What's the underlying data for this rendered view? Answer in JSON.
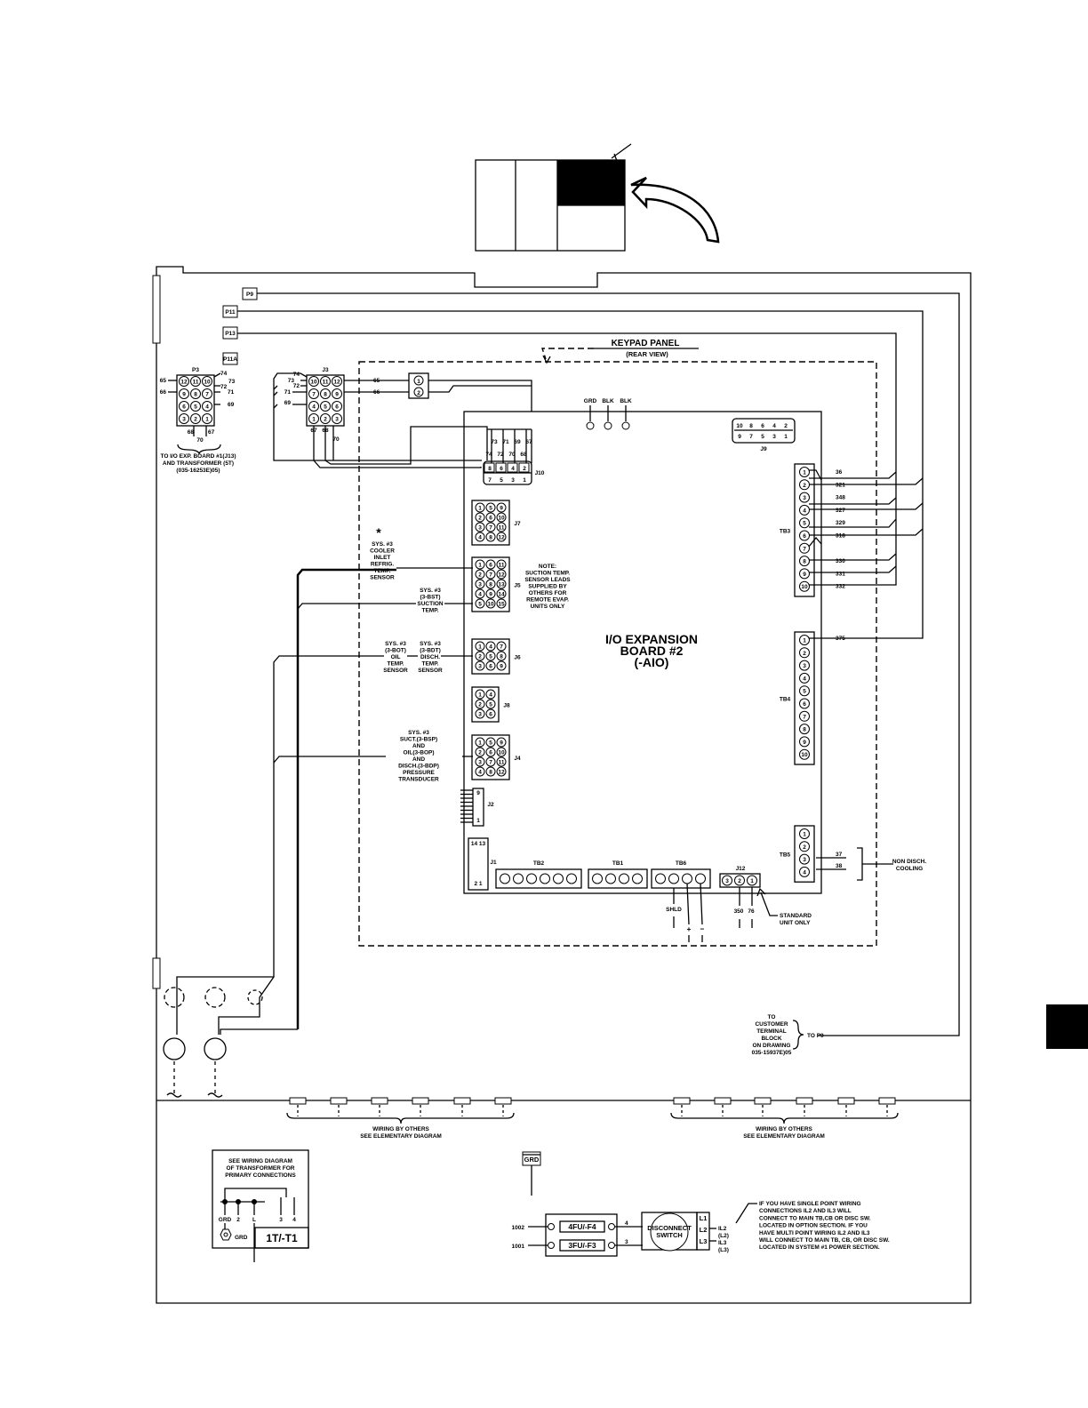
{
  "keypad_panel": {
    "title": "KEYPAD PANEL",
    "subtitle": "(REAR VIEW)"
  },
  "board": {
    "line1": "I/O EXPANSION",
    "line2": "BOARD #2",
    "line3": "(-AIO)"
  },
  "plugs": {
    "p9": "P9",
    "p11": "P11",
    "p13": "P13",
    "p11a": "P11A"
  },
  "p3": {
    "label": "P3",
    "rows": [
      [
        "12",
        "11",
        "10"
      ],
      [
        "9",
        "8",
        "7"
      ],
      [
        "6",
        "5",
        "4"
      ],
      [
        "3",
        "2",
        "1"
      ]
    ],
    "wires_left": [
      "65",
      "66"
    ],
    "wires_right": [
      "74",
      "73",
      "72",
      "71",
      "69"
    ],
    "wires_bottom": [
      "68",
      "67"
    ],
    "wire_70": "70",
    "note": [
      "TO I/O EXP. BOARD #1(J13)",
      "AND TRANSFORMER (5T)",
      "(035-16253E)05)"
    ]
  },
  "j3": {
    "label": "J3",
    "rows": [
      [
        "10",
        "11",
        "12"
      ],
      [
        "7",
        "8",
        "9"
      ],
      [
        "4",
        "5",
        "6"
      ],
      [
        "1",
        "2",
        "3"
      ]
    ],
    "wires_left": [
      "74",
      "73",
      "72",
      "71",
      "69"
    ],
    "wires_right": [
      "65",
      "66"
    ],
    "wires_bottom": [
      "67",
      "68",
      "70"
    ]
  },
  "tb_small": [
    "1",
    "2"
  ],
  "grd_blk": [
    "GRD",
    "BLK",
    "BLK"
  ],
  "j9": {
    "label": "J9",
    "top": [
      "10",
      "8",
      "6",
      "4",
      "2"
    ],
    "bottom": [
      "9",
      "7",
      "5",
      "3",
      "1"
    ]
  },
  "j10": {
    "label": "J10",
    "wires": [
      "73",
      "71",
      "69",
      "67",
      "74",
      "72",
      "70",
      "68"
    ],
    "top": [
      "8",
      "6",
      "4",
      "2"
    ],
    "bottom": [
      "7",
      "5",
      "3",
      "1"
    ]
  },
  "j7": {
    "label": "J7",
    "rows": [
      [
        "1",
        "5",
        "9"
      ],
      [
        "2",
        "6",
        "10"
      ],
      [
        "3",
        "7",
        "11"
      ],
      [
        "4",
        "8",
        "12"
      ]
    ]
  },
  "j5": {
    "label": "J5",
    "rows": [
      [
        "1",
        "6",
        "11"
      ],
      [
        "2",
        "7",
        "12"
      ],
      [
        "3",
        "8",
        "13"
      ],
      [
        "4",
        "9",
        "14"
      ],
      [
        "5",
        "10",
        "15"
      ]
    ]
  },
  "j6": {
    "label": "J6",
    "rows": [
      [
        "1",
        "4",
        "7"
      ],
      [
        "2",
        "5",
        "8"
      ],
      [
        "3",
        "6",
        "9"
      ]
    ]
  },
  "j8": {
    "label": "J8",
    "rows": [
      [
        "1",
        "4"
      ],
      [
        "2",
        "5"
      ],
      [
        "3",
        "6"
      ]
    ]
  },
  "j4": {
    "label": "J4",
    "rows": [
      [
        "1",
        "5",
        "9"
      ],
      [
        "2",
        "6",
        "10"
      ],
      [
        "3",
        "7",
        "11"
      ],
      [
        "4",
        "8",
        "12"
      ]
    ]
  },
  "j2": {
    "label": "J2",
    "top": "9",
    "bottom": "1"
  },
  "j1": {
    "label": "J1",
    "top": "14 13",
    "bottom": "2  1"
  },
  "tb2": {
    "label": "TB2"
  },
  "tb1": {
    "label": "TB1"
  },
  "tb6": {
    "label": "TB6",
    "wires": [
      "SHLD",
      "+",
      "−"
    ]
  },
  "j12": {
    "label": "J12",
    "pins": [
      "3",
      "2",
      "1"
    ],
    "wires": [
      "350",
      "76"
    ],
    "note": [
      "STANDARD",
      "UNIT ONLY"
    ]
  },
  "tb3": {
    "label": "TB3",
    "pins": [
      "1",
      "2",
      "3",
      "4",
      "5",
      "6",
      "7",
      "8",
      "9",
      "10"
    ],
    "wires": [
      "36",
      "321",
      "348",
      "327",
      "329",
      "318",
      "",
      "330",
      "331",
      "332"
    ]
  },
  "tb4": {
    "label": "TB4",
    "pins": [
      "1",
      "2",
      "3",
      "4",
      "5",
      "6",
      "7",
      "8",
      "9",
      "10"
    ],
    "wire1": "375"
  },
  "tb5": {
    "label": "TB5",
    "pins": [
      "1",
      "2",
      "3",
      "4"
    ],
    "wires": [
      "37",
      "38"
    ],
    "note": [
      "NON DISCH.",
      "COOLING"
    ]
  },
  "sensors": {
    "asterisk": "*",
    "cooler": [
      "SYS. #3",
      "COOLER",
      "INLET",
      "REFRIG.",
      "TEMP.",
      "SENSOR"
    ],
    "suction": [
      "SYS. #3",
      "(3-BST)",
      "SUCTION",
      "TEMP."
    ],
    "note": [
      "NOTE:",
      "SUCTION TEMP.",
      "SENSOR LEADS",
      "SUPPLIED BY",
      "OTHERS FOR",
      "REMOTE EVAP.",
      "UNITS ONLY"
    ],
    "oil": [
      "SYS. #3",
      "(3-BOT)",
      "OIL",
      "TEMP.",
      "SENSOR"
    ],
    "disch": [
      "SYS. #3",
      "(3-BDT)",
      "DISCH.",
      "TEMP.",
      "SENSOR"
    ],
    "pressure": [
      "SYS. #3",
      "SUCT.(3-BSP)",
      "AND",
      "OIL(3-BOP)",
      "AND",
      "DISCH.(3-BDP)",
      "PRESSURE",
      "TRANSDUCER"
    ]
  },
  "customer": {
    "lines": [
      "TO",
      "CUSTOMER",
      "TERMINAL",
      "BLOCK",
      "ON DRAWING",
      "035-15937E)05"
    ],
    "to_p9": "TO P9"
  },
  "wiring_by_others": [
    "WIRING BY OTHERS",
    "SEE ELEMENTARY DIAGRAM"
  ],
  "transformer": {
    "note": [
      "SEE WIRING DIAGRAM",
      "OF TRANSFORMER FOR",
      "PRIMARY CONNECTIONS"
    ],
    "terminals": [
      "GRD",
      "2",
      "L",
      "3",
      "4"
    ],
    "grd": "GRD",
    "name": "1T/-T1"
  },
  "power": {
    "grd": "GRD",
    "w1002": "1002",
    "w1001": "1001",
    "fuse1": "4FU/-F4",
    "fuse2": "3FU/-F3",
    "n4": "4",
    "n3": "3",
    "switch": [
      "DISCONNECT",
      "SWITCH"
    ],
    "l1": "L1",
    "l2": "L2",
    "l3": "L3",
    "il2": [
      "IL2",
      "(L2)"
    ],
    "il3": [
      "IL3",
      "(L3)"
    ],
    "note": [
      "IF YOU HAVE SINGLE POINT WIRING",
      "CONNECTIONS IL2 AND IL3 WILL",
      "CONNECT TO MAIN TB,CB OR DISC SW.",
      "LOCATED IN OPTION SECTION. IF YOU",
      "HAVE MULTI POINT WIRING IL2 AND IL3",
      "WILL CONNECT TO MAIN TB, CB, OR DISC SW.",
      "LOCATED IN SYSTEM #1 POWER SECTION."
    ]
  }
}
